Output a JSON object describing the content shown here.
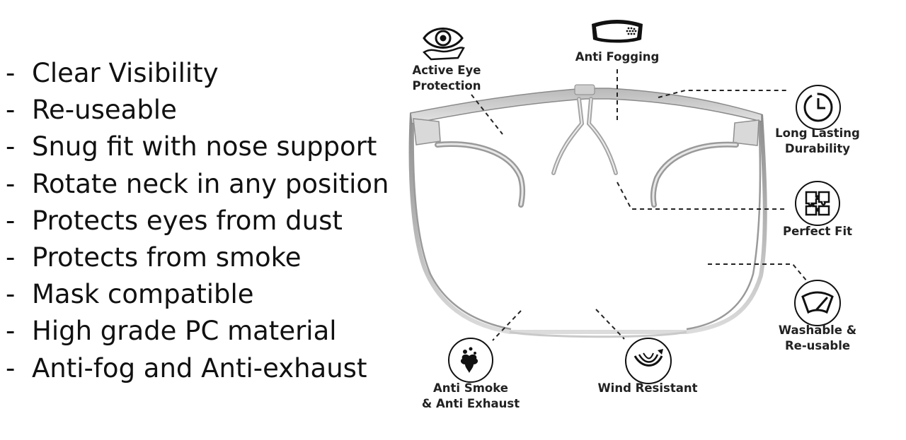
{
  "features": [
    "Clear Visibility",
    "Re-useable",
    "Snug fit with nose support",
    "Rotate neck in any position",
    "Protects eyes from dust",
    "Protects from smoke",
    "Mask compatible",
    "High grade PC material",
    "Anti-fog and Anti-exhaust"
  ],
  "bullet": "-",
  "callouts": {
    "active_eye": {
      "line1": "Active Eye",
      "line2": "Protection",
      "icon": "eye-hand-icon"
    },
    "anti_fog": {
      "line1": "Anti Fogging",
      "icon": "goggles-icon"
    },
    "long_lasting": {
      "line1": "Long Lasting",
      "line2": "Durability",
      "icon": "clock-icon"
    },
    "perfect_fit": {
      "line1": "Perfect Fit",
      "icon": "puzzle-icon"
    },
    "washable": {
      "line1": "Washable &",
      "line2": "Re-usable",
      "icon": "wiper-icon"
    },
    "anti_smoke": {
      "line1": "Anti Smoke",
      "line2": "& Anti Exhaust",
      "icon": "smoke-icon"
    },
    "wind": {
      "line1": "Wind Resistant",
      "icon": "wind-icon"
    }
  }
}
